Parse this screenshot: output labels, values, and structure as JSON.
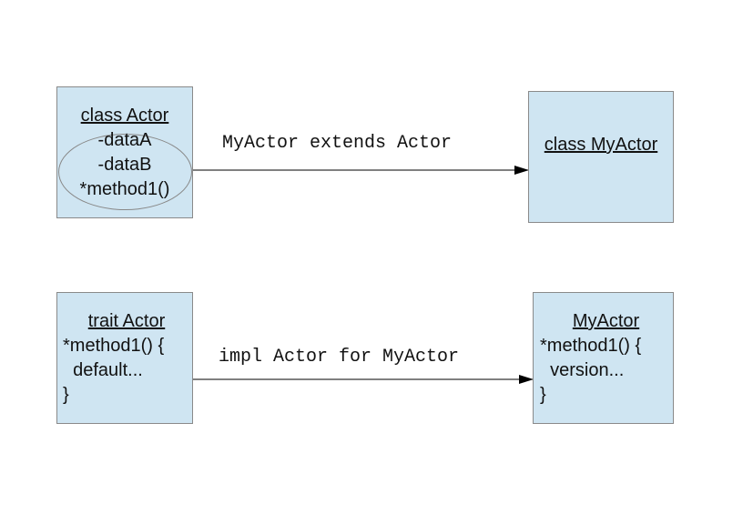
{
  "class_actor": {
    "title": "class Actor",
    "lines": [
      "-dataA",
      "-dataB",
      "*method1()"
    ]
  },
  "class_myactor": {
    "title": "class MyActor"
  },
  "trait_actor": {
    "title": "trait Actor",
    "lines": [
      "*method1() {",
      "  default...",
      "}"
    ]
  },
  "myactor_impl": {
    "title": "MyActor",
    "lines": [
      "*method1() {",
      "  version...",
      "}"
    ]
  },
  "arrows": {
    "extends_label": "MyActor extends Actor",
    "impl_label": "impl Actor for MyActor"
  },
  "colors": {
    "box_fill": "#cfe5f2",
    "box_border": "#8a8a8a",
    "arrow": "#000000"
  }
}
